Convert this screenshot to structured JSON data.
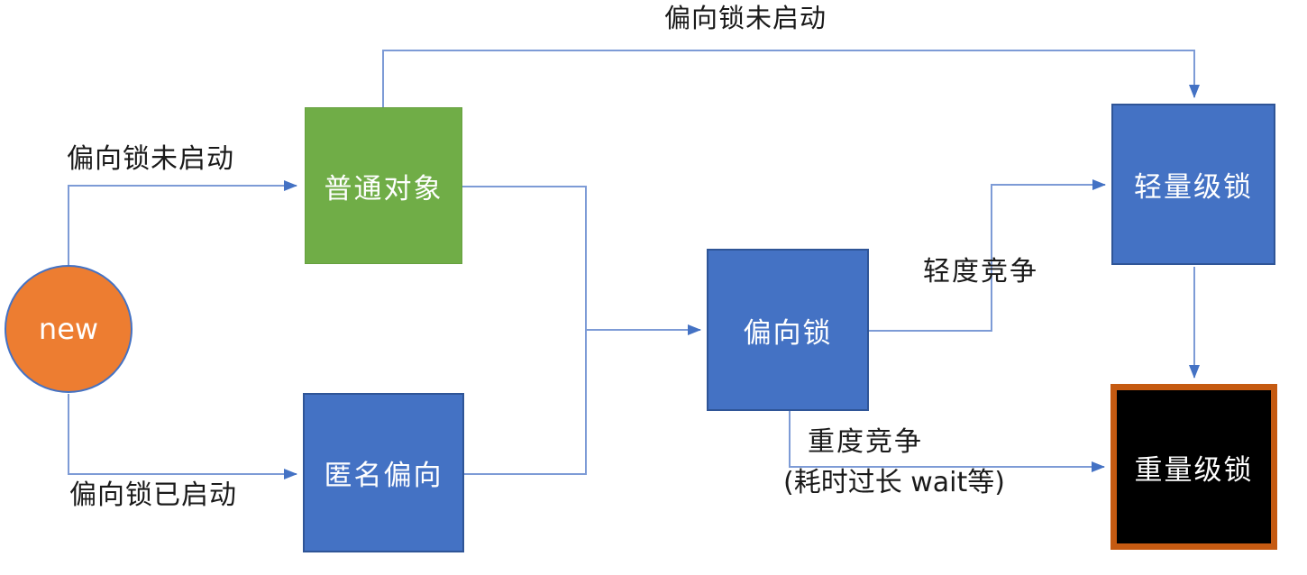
{
  "diagram": {
    "description": "JVM lock escalation state diagram",
    "nodes": {
      "new_object": {
        "label": "new",
        "shape": "circle"
      },
      "normal_object": {
        "label": "普通对象",
        "shape": "rect"
      },
      "anonymous_bias": {
        "label": "匿名偏向",
        "shape": "rect"
      },
      "biased_lock": {
        "label": "偏向锁",
        "shape": "rect"
      },
      "lightweight_lock": {
        "label": "轻量级锁",
        "shape": "rect"
      },
      "heavyweight_lock": {
        "label": "重量级锁",
        "shape": "rect"
      }
    },
    "edge_labels": {
      "top_bias_not_started": "偏向锁未启动",
      "left_bias_not_started": "偏向锁未启动",
      "left_bias_started": "偏向锁已启动",
      "light_contention": "轻度竞争",
      "heavy_contention": "重度竞争",
      "heavy_contention_note": "(耗时过长 wait等)"
    },
    "edges": [
      {
        "from": "new_object",
        "to": "normal_object",
        "label": "偏向锁未启动"
      },
      {
        "from": "new_object",
        "to": "anonymous_bias",
        "label": "偏向锁已启动"
      },
      {
        "from": "normal_object",
        "to": "lightweight_lock",
        "label": "偏向锁未启动"
      },
      {
        "from": "normal_object",
        "to": "biased_lock",
        "label": ""
      },
      {
        "from": "anonymous_bias",
        "to": "biased_lock",
        "label": ""
      },
      {
        "from": "biased_lock",
        "to": "lightweight_lock",
        "label": "轻度竞争"
      },
      {
        "from": "biased_lock",
        "to": "heavyweight_lock",
        "label": "重度竞争 (耗时过长 wait等)"
      },
      {
        "from": "lightweight_lock",
        "to": "heavyweight_lock",
        "label": ""
      }
    ],
    "colors": {
      "bg": "#ffffff",
      "node_blue": "#4472C4",
      "node_blue_border": "#2F5597",
      "node_green": "#70AD47",
      "node_green_border": "#66a03f",
      "node_orange": "#ED7D31",
      "heavy_fill": "#000000",
      "heavy_border": "#C55A11",
      "connector": "#7D9BD6",
      "arrowhead": "#4472C4",
      "node_text": "#ffffff",
      "label_text": "#1a1a1a"
    }
  }
}
